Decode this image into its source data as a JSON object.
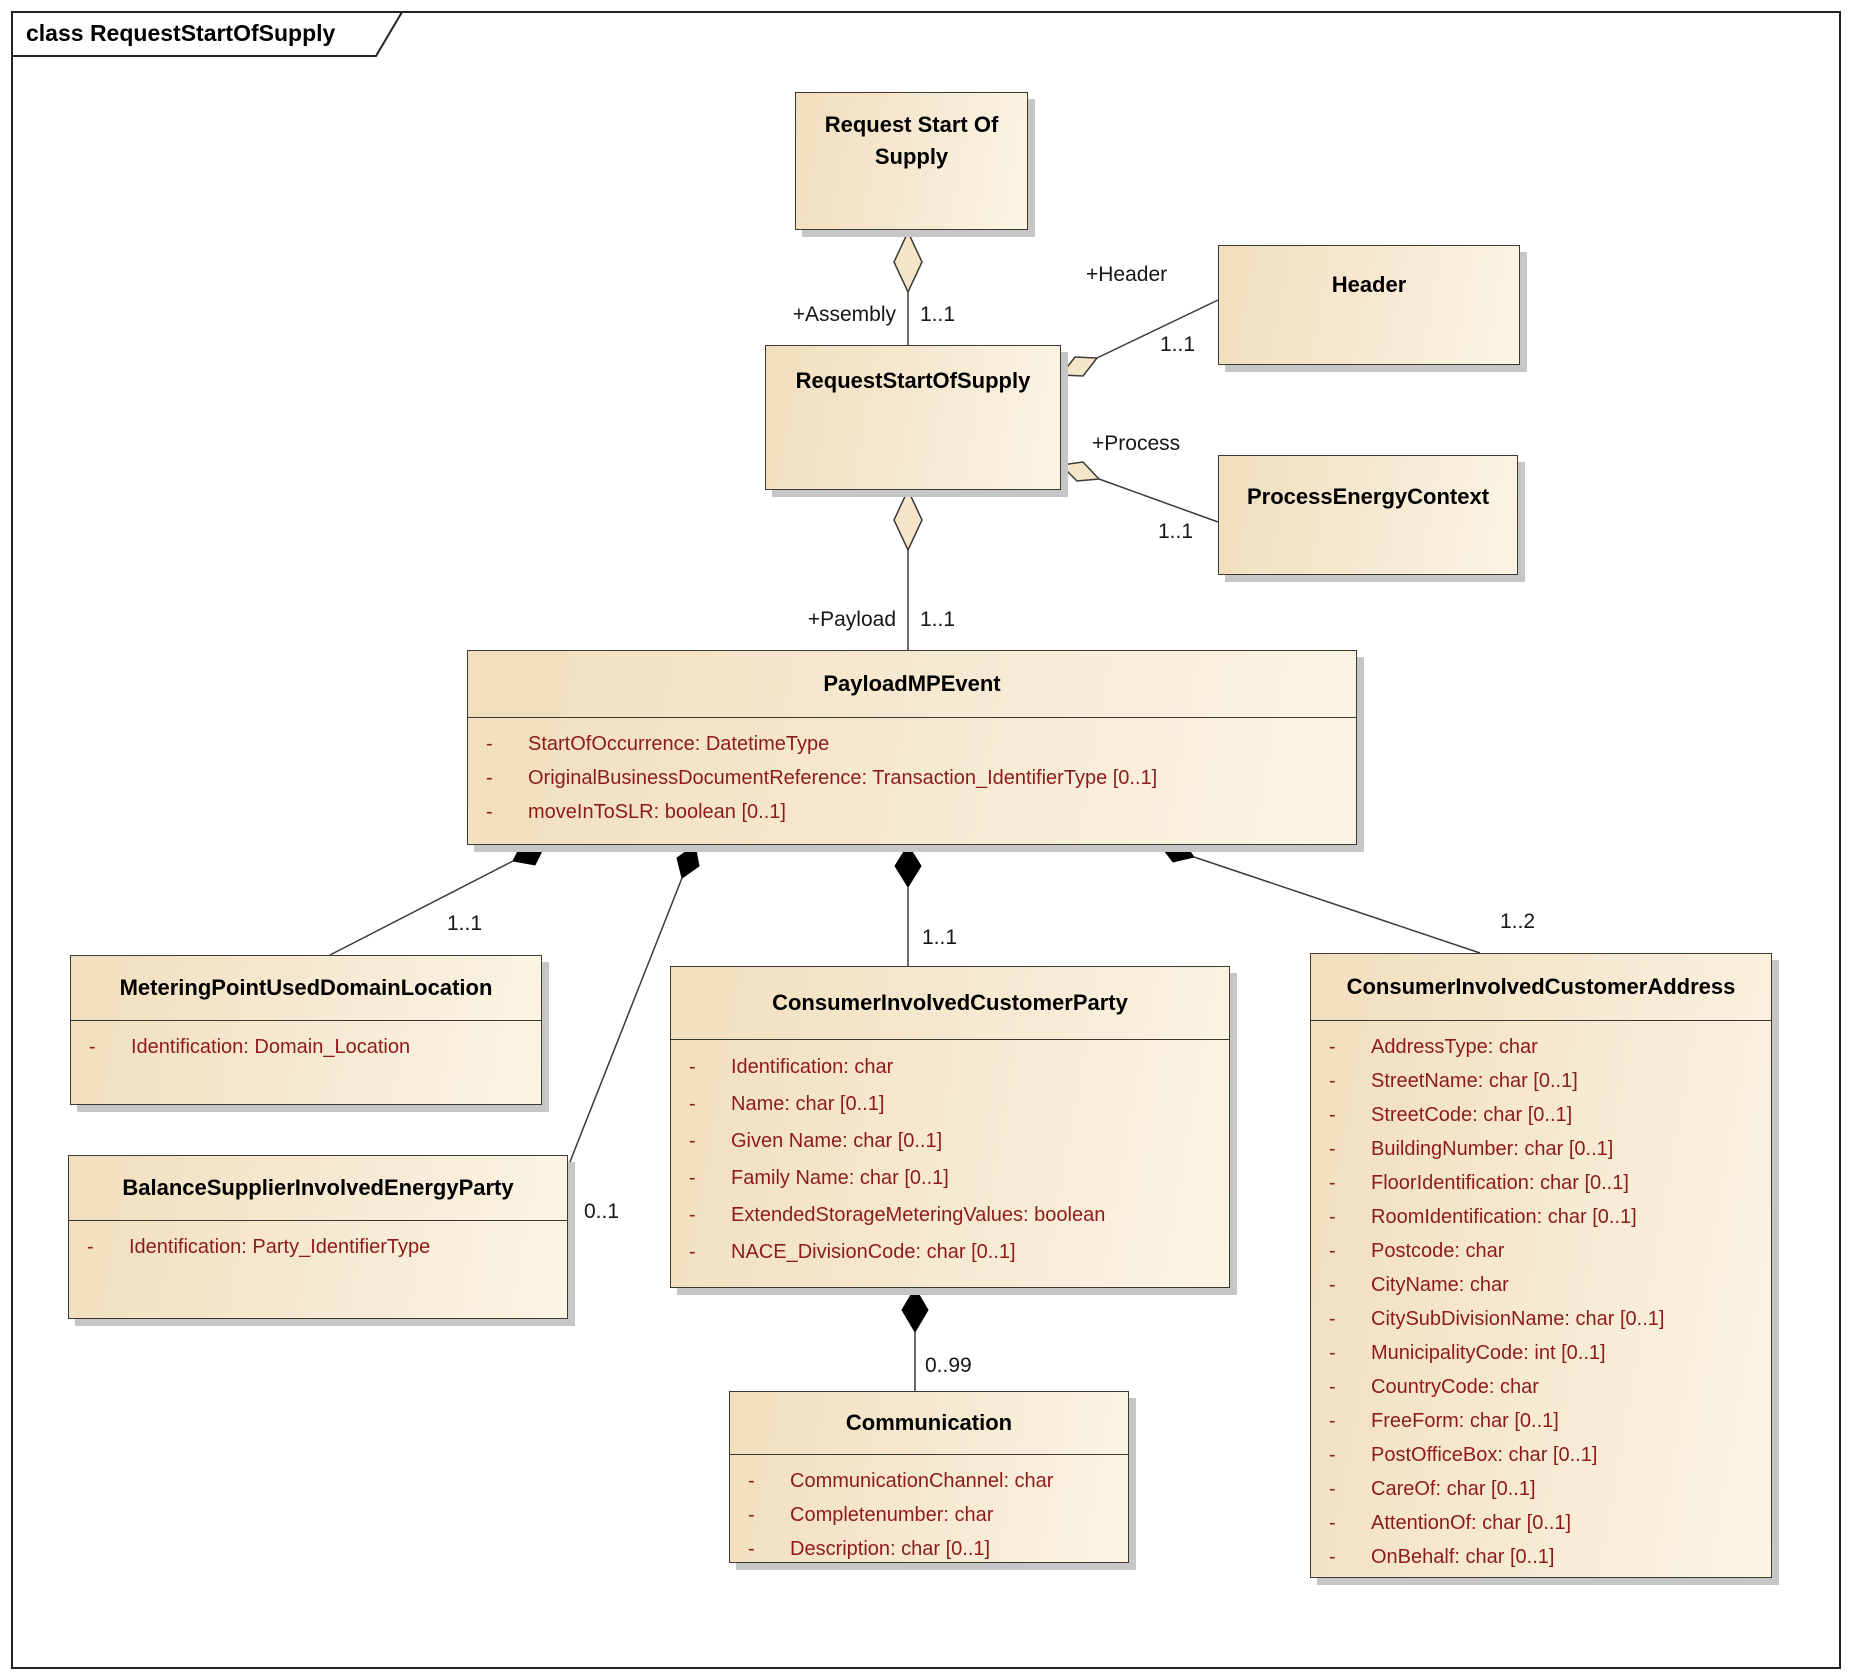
{
  "diagram": {
    "frame_title": "class RequestStartOfSupply",
    "visibility_marker": "-",
    "colors": {
      "node_fill_start": "#f1debd",
      "node_fill_end": "#fcf4e4",
      "node_border": "#3a3a30",
      "attribute_text": "#8e1b1b",
      "title_text": "#000000",
      "connector": "#3a3a35",
      "shadow": "#c6c6c6",
      "composition_diamond": "#000000",
      "aggregation_diamond_fill": "#f5e6ca"
    },
    "classes": [
      {
        "id": "request-start-of-supply-doc",
        "name": "Request Start Of Supply",
        "attributes": []
      },
      {
        "id": "request-start-of-supply",
        "name": "RequestStartOfSupply",
        "attributes": []
      },
      {
        "id": "header",
        "name": "Header",
        "attributes": []
      },
      {
        "id": "process-energy-context",
        "name": "ProcessEnergyContext",
        "attributes": []
      },
      {
        "id": "payload-mp-event",
        "name": "PayloadMPEvent",
        "attributes": [
          "StartOfOccurrence: DatetimeType",
          "OriginalBusinessDocumentReference: Transaction_IdentifierType [0..1]",
          "moveInToSLR: boolean [0..1]"
        ]
      },
      {
        "id": "metering-point-used-domain-location",
        "name": "MeteringPointUsedDomainLocation",
        "attributes": [
          "Identification: Domain_Location"
        ]
      },
      {
        "id": "balance-supplier-involved-energy-party",
        "name": "BalanceSupplierInvolvedEnergyParty",
        "attributes": [
          "Identification: Party_IdentifierType"
        ]
      },
      {
        "id": "consumer-involved-customer-party",
        "name": "ConsumerInvolvedCustomerParty",
        "attributes": [
          "Identification: char",
          "Name: char [0..1]",
          "Given Name: char [0..1]",
          "Family Name: char [0..1]",
          "ExtendedStorageMeteringValues: boolean",
          "NACE_DivisionCode: char [0..1]"
        ]
      },
      {
        "id": "communication",
        "name": "Communication",
        "attributes": [
          "CommunicationChannel: char",
          "Completenumber: char",
          "Description: char [0..1]"
        ]
      },
      {
        "id": "consumer-involved-customer-address",
        "name": "ConsumerInvolvedCustomerAddress",
        "attributes": [
          "AddressType: char",
          "StreetName: char [0..1]",
          "StreetCode: char [0..1]",
          "BuildingNumber: char [0..1]",
          "FloorIdentification: char [0..1]",
          "RoomIdentification: char [0..1]",
          "Postcode: char",
          "CityName: char",
          "CitySubDivisionName: char [0..1]",
          "MunicipalityCode: int [0..1]",
          "CountryCode: char",
          "FreeForm: char [0..1]",
          "PostOfficeBox: char [0..1]",
          "CareOf: char [0..1]",
          "AttentionOf: char [0..1]",
          "OnBehalf: char [0..1]"
        ]
      }
    ],
    "labels": {
      "assembly_role": "+Assembly",
      "assembly_mult": "1..1",
      "header_role": "+Header",
      "header_mult": "1..1",
      "process_role": "+Process",
      "process_mult": "1..1",
      "payload_role": "+Payload",
      "payload_mult": "1..1",
      "metering_mult": "1..1",
      "balance_mult": "0..1",
      "party_mult": "1..1",
      "communication_mult": "0..99",
      "address_mult": "1..2"
    }
  }
}
